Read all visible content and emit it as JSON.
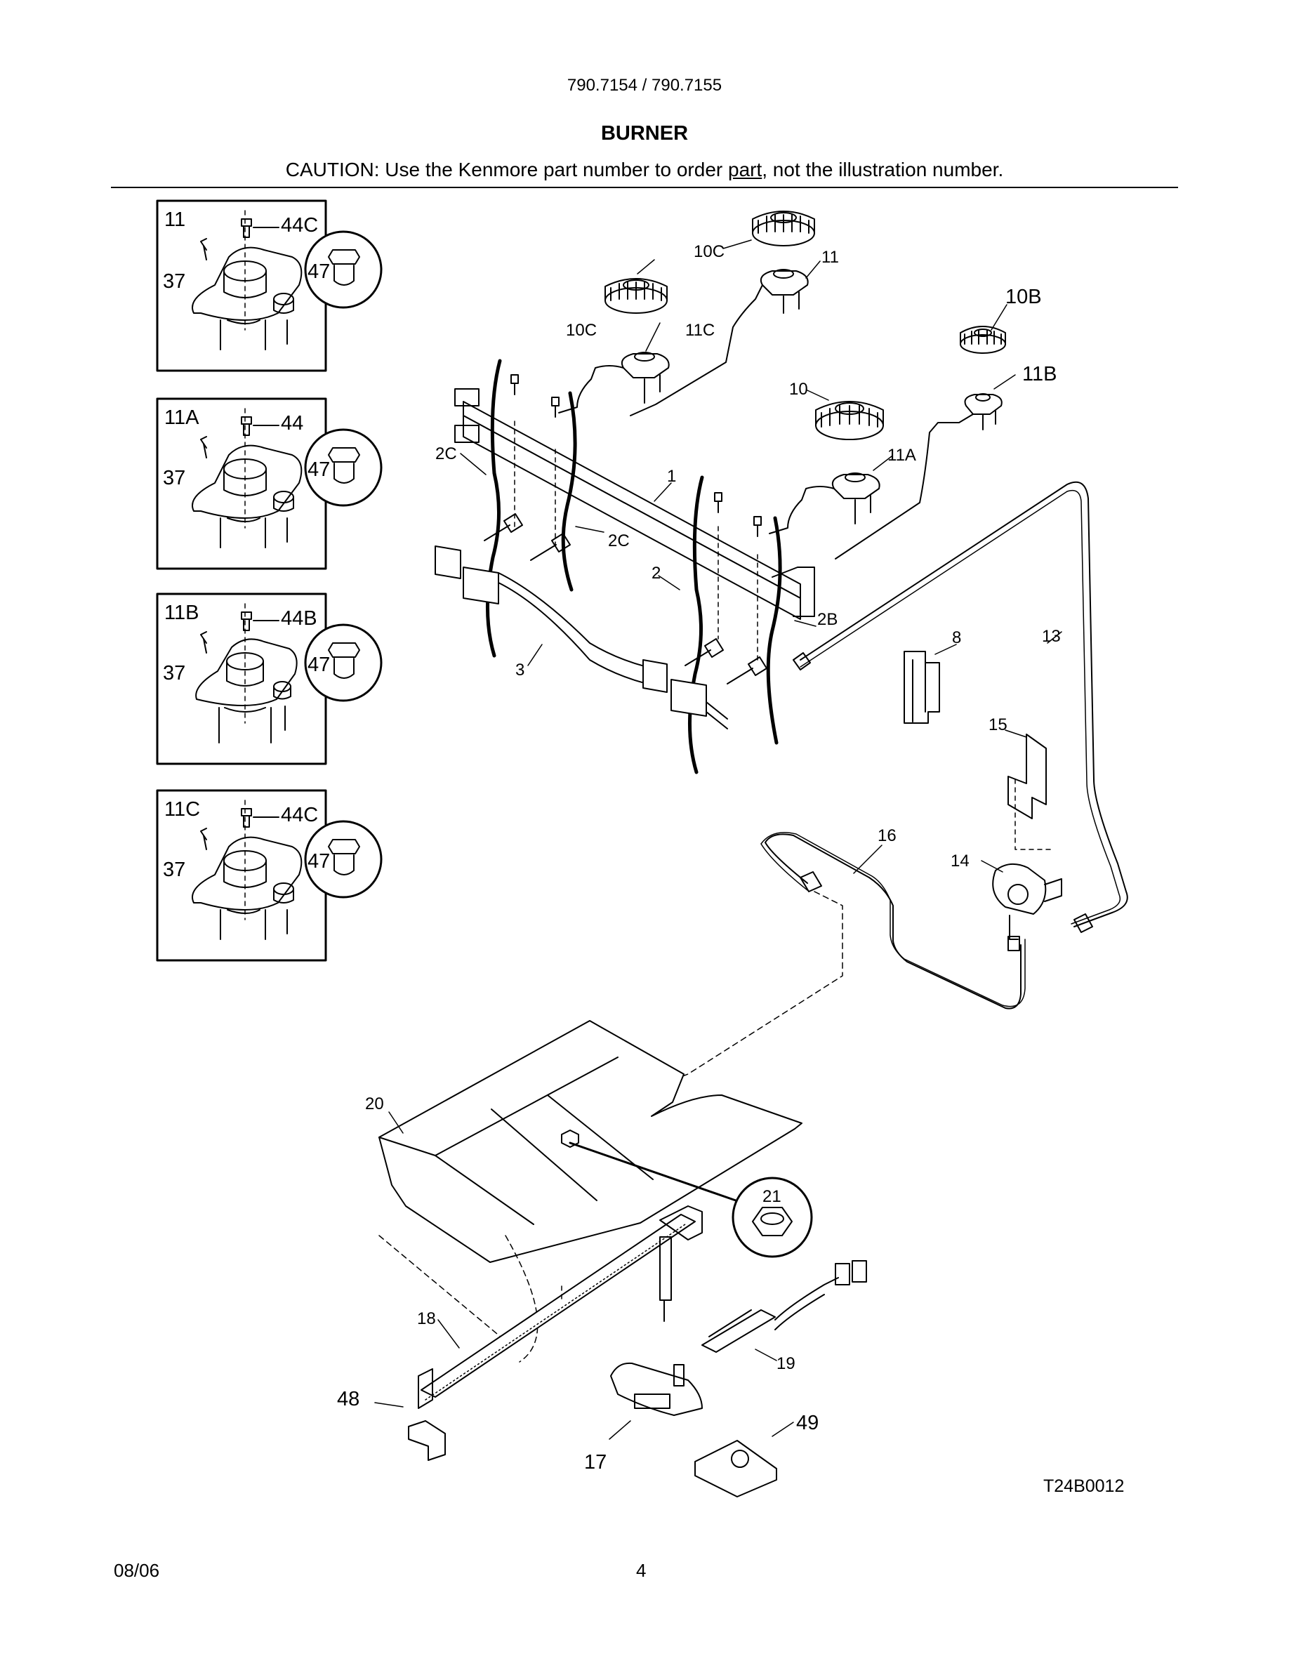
{
  "header": {
    "model_numbers": "790.7154 / 790.7155",
    "title": "BURNER",
    "caution_prefix": "CAUTION: Use the Kenmore part number to order ",
    "caution_link": "part",
    "caution_suffix": ", not the illustration number."
  },
  "inset_boxes": [
    {
      "burner": "11",
      "orifice": "44C",
      "screw": "37",
      "cap": "47"
    },
    {
      "burner": "11A",
      "orifice": "44",
      "screw": "37",
      "cap": "47"
    },
    {
      "burner": "11B",
      "orifice": "44B",
      "screw": "37",
      "cap": "47"
    },
    {
      "burner": "11C",
      "orifice": "44C",
      "screw": "37",
      "cap": "47"
    }
  ],
  "callouts": {
    "head_rear_left": "10C",
    "base_rear_left": "11C",
    "head_rear_center": "10C",
    "base_rear_center": "11",
    "head_right_rear": "10B",
    "base_right_rear": "11B",
    "head_front": "10",
    "base_front": "11A",
    "manifold": "1",
    "wire_rear_left": "2C",
    "wire_left_right": "2C",
    "wire_front_left": "2",
    "wire_front_right": "2B",
    "bracket": "3",
    "ignition_switch": "8",
    "gas_line": "13",
    "regulator": "14",
    "regulator_bracket": "15",
    "tube": "16",
    "valve": "17",
    "oven_burner": "18",
    "igniter": "19",
    "baffle": "20",
    "nut": "21",
    "burner_bracket": "48",
    "valve_cover": "49"
  },
  "drawing_code": "T24B0012",
  "footer": {
    "date": "08/06",
    "page_number": "4"
  },
  "colors": {
    "ink": "#000000",
    "paper": "#ffffff"
  }
}
